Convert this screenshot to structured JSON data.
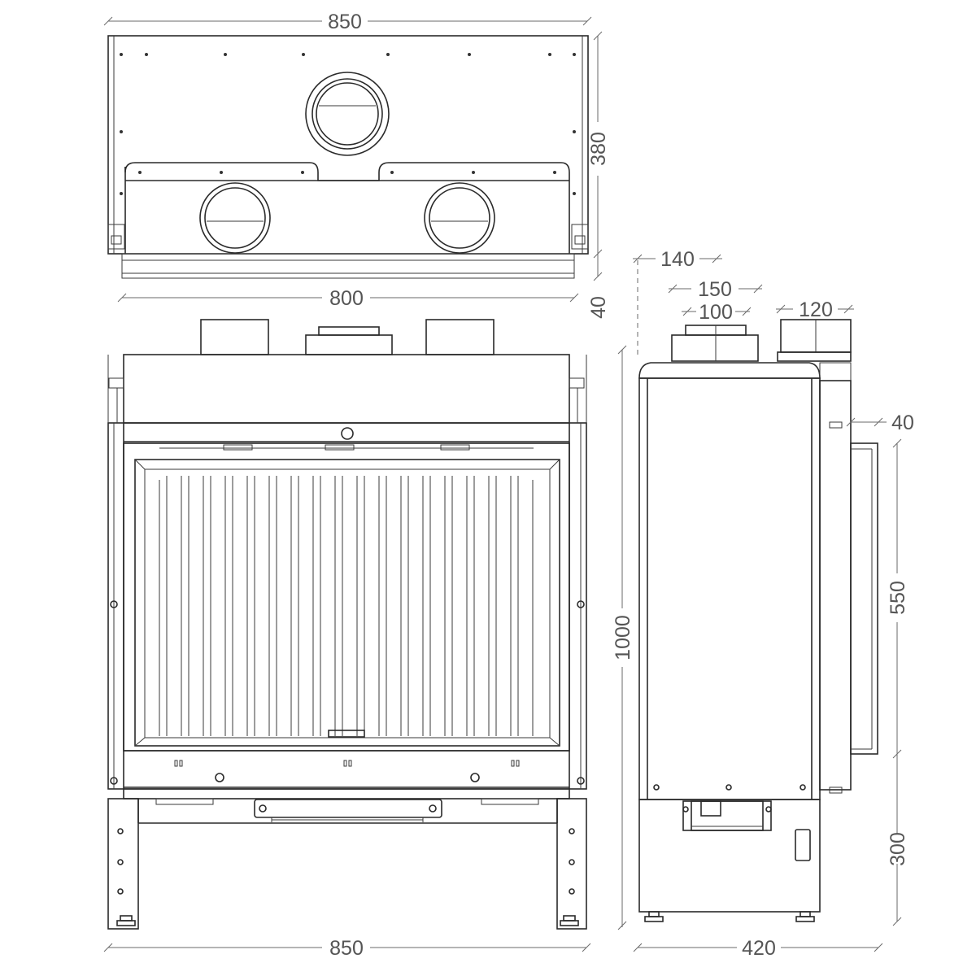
{
  "dimensions": {
    "top_width": "850",
    "top_depth": "380",
    "top_inner_width": "800",
    "top_offset": "40",
    "side_offset_140": "140",
    "side_flue_150": "150",
    "side_flue_100": "100",
    "side_flue_120": "120",
    "side_offset_40": "40",
    "height_total": "1000",
    "height_550": "550",
    "height_300": "300",
    "front_width": "850",
    "side_depth": "420"
  }
}
